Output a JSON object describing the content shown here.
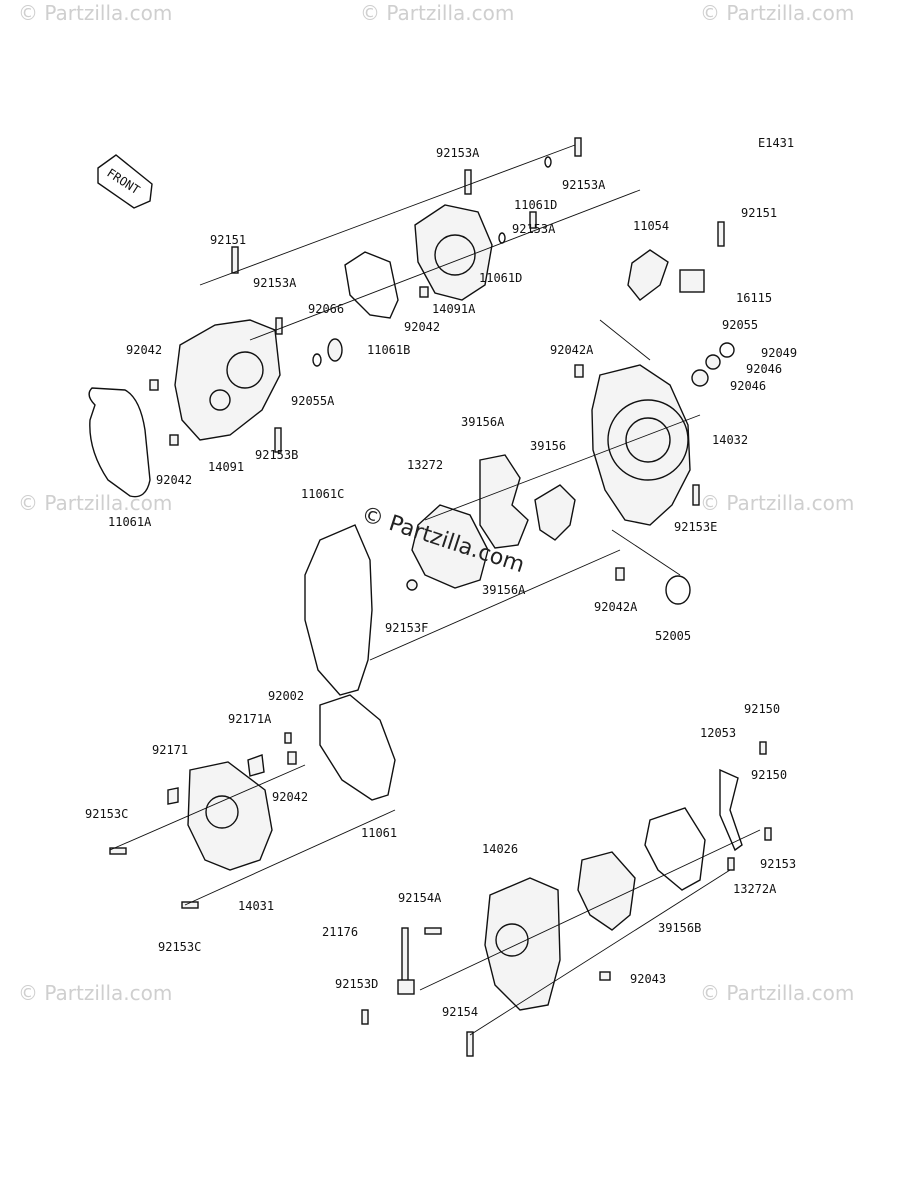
{
  "diagram_code": "E1431",
  "front_label": "FRONT",
  "watermark": "© Partzilla.com",
  "center_watermark": "© Partzilla.com",
  "parts": [
    {
      "id": "p01",
      "text": "92153A"
    },
    {
      "id": "p02",
      "text": "92153A"
    },
    {
      "id": "p03",
      "text": "11061D"
    },
    {
      "id": "p04",
      "text": "92153A"
    },
    {
      "id": "p05",
      "text": "11061D"
    },
    {
      "id": "p06",
      "text": "14091A"
    },
    {
      "id": "p07",
      "text": "92042"
    },
    {
      "id": "p08",
      "text": "11061B"
    },
    {
      "id": "p09",
      "text": "92066"
    },
    {
      "id": "p10",
      "text": "92151"
    },
    {
      "id": "p11",
      "text": "92153A"
    },
    {
      "id": "p12",
      "text": "92042"
    },
    {
      "id": "p13",
      "text": "92055A"
    },
    {
      "id": "p14",
      "text": "92153B"
    },
    {
      "id": "p15",
      "text": "14091"
    },
    {
      "id": "p16",
      "text": "92042"
    },
    {
      "id": "p17",
      "text": "11061A"
    },
    {
      "id": "p18",
      "text": "11054"
    },
    {
      "id": "p19",
      "text": "92151"
    },
    {
      "id": "p20",
      "text": "16115"
    },
    {
      "id": "p21",
      "text": "92055"
    },
    {
      "id": "p22",
      "text": "92042A"
    },
    {
      "id": "p23",
      "text": "92049"
    },
    {
      "id": "p24",
      "text": "92046"
    },
    {
      "id": "p25",
      "text": "92046"
    },
    {
      "id": "p26",
      "text": "39156A"
    },
    {
      "id": "p27",
      "text": "39156"
    },
    {
      "id": "p28",
      "text": "14032"
    },
    {
      "id": "p29",
      "text": "13272"
    },
    {
      "id": "p30",
      "text": "11061C"
    },
    {
      "id": "p31",
      "text": "92153E"
    },
    {
      "id": "p32",
      "text": "39156A"
    },
    {
      "id": "p33",
      "text": "92042A"
    },
    {
      "id": "p34",
      "text": "92153F"
    },
    {
      "id": "p35",
      "text": "52005"
    },
    {
      "id": "p36",
      "text": "92002"
    },
    {
      "id": "p37",
      "text": "92171A"
    },
    {
      "id": "p38",
      "text": "92171"
    },
    {
      "id": "p39",
      "text": "92042"
    },
    {
      "id": "p40",
      "text": "92153C"
    },
    {
      "id": "p41",
      "text": "11061"
    },
    {
      "id": "p42",
      "text": "14031"
    },
    {
      "id": "p43",
      "text": "92153C"
    },
    {
      "id": "p44",
      "text": "92150"
    },
    {
      "id": "p45",
      "text": "12053"
    },
    {
      "id": "p46",
      "text": "92150"
    },
    {
      "id": "p47",
      "text": "14026"
    },
    {
      "id": "p48",
      "text": "92153"
    },
    {
      "id": "p49",
      "text": "13272A"
    },
    {
      "id": "p50",
      "text": "92154A"
    },
    {
      "id": "p51",
      "text": "39156B"
    },
    {
      "id": "p52",
      "text": "21176"
    },
    {
      "id": "p53",
      "text": "92043"
    },
    {
      "id": "p54",
      "text": "92153D"
    },
    {
      "id": "p55",
      "text": "92154"
    }
  ]
}
